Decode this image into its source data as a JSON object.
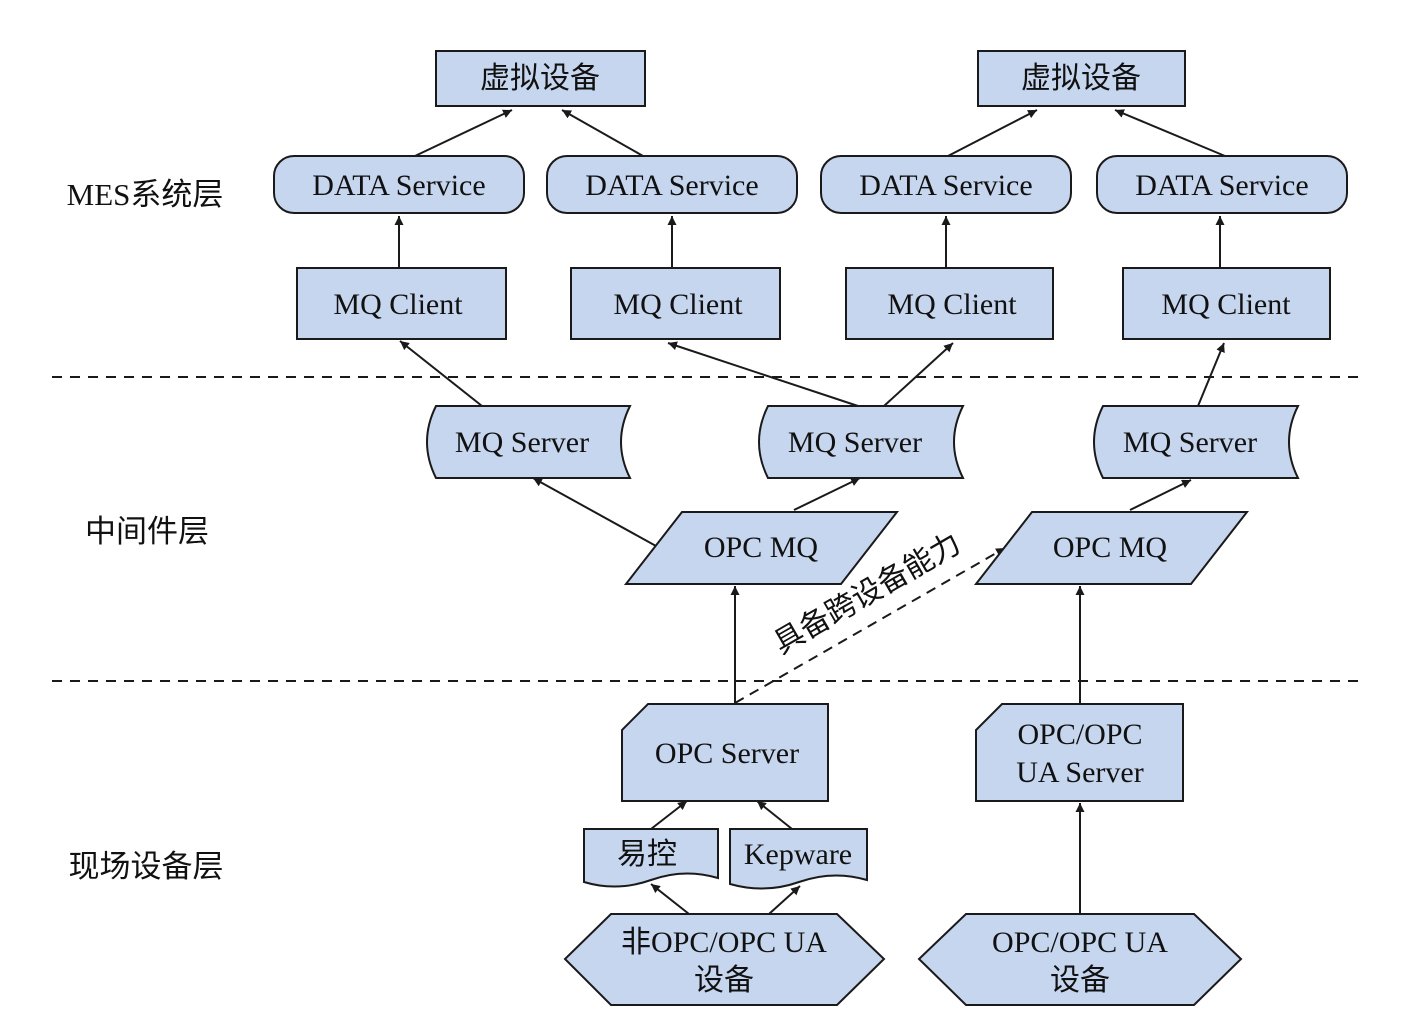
{
  "layers": {
    "mes": "MES系统层",
    "middleware": "中间件层",
    "field": "现场设备层"
  },
  "nodes": {
    "virtual_device_1": "虚拟设备",
    "virtual_device_2": "虚拟设备",
    "data_service_1": "DATA Service",
    "data_service_2": "DATA Service",
    "data_service_3": "DATA Service",
    "data_service_4": "DATA Service",
    "mq_client_1": "MQ Client",
    "mq_client_2": "MQ Client",
    "mq_client_3": "MQ Client",
    "mq_client_4": "MQ Client",
    "mq_server_1": "MQ Server",
    "mq_server_2": "MQ Server",
    "mq_server_3": "MQ Server",
    "opc_mq_1": "OPC MQ",
    "opc_mq_2": "OPC MQ",
    "opc_server": "OPC Server",
    "opc_ua_server_line1": "OPC/OPC",
    "opc_ua_server_line2": "UA Server",
    "yikong": "易控",
    "kepware": "Kepware",
    "non_opc_device_line1": "非OPC/OPC UA",
    "non_opc_device_line2": "设备",
    "opc_device_line1": "OPC/OPC UA",
    "opc_device_line2": "设备"
  },
  "annotation": {
    "cross_device": "具备跨设备能力"
  },
  "colors": {
    "node_fill": "#c7d6ef",
    "stroke": "#1a1a1a"
  }
}
